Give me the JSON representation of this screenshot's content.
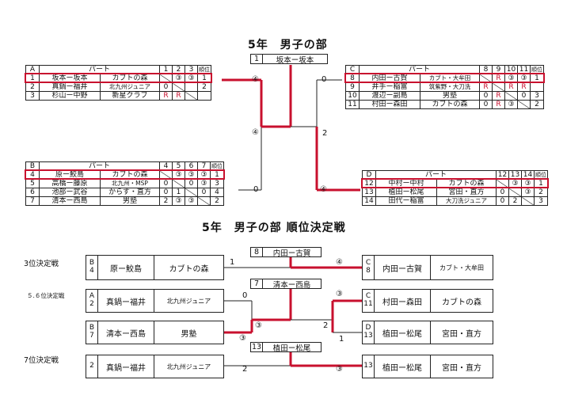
{
  "title_main": "5年　男子の部",
  "title_rank": "5年　男子の部 順位決定戦",
  "final": {
    "num": "1",
    "name": "坂本ー坂本"
  },
  "groups": {
    "A": {
      "label": "A",
      "part": "パート",
      "cols": [
        "1",
        "2",
        "3"
      ],
      "rank": "順位",
      "rows": [
        {
          "no": "1",
          "name": "坂本ー坂本",
          "team": "カブトの森",
          "r": [
            "",
            "③",
            "③"
          ],
          "rank": "1"
        },
        {
          "no": "2",
          "name": "真鍋ー福井",
          "team": "北九州ジュニア",
          "r": [
            "0",
            "",
            ""
          ],
          "rank": "2"
        },
        {
          "no": "3",
          "name": "杉山ー中野",
          "team": "新星クラブ",
          "r": [
            "R",
            "R",
            ""
          ],
          "rank": ""
        }
      ]
    },
    "B": {
      "label": "B",
      "part": "パート",
      "cols": [
        "4",
        "5",
        "6",
        "7"
      ],
      "rank": "順位",
      "rows": [
        {
          "no": "4",
          "name": "原ー鮫島",
          "team": "カブトの森",
          "r": [
            "",
            "③",
            "③",
            "③"
          ],
          "rank": "1"
        },
        {
          "no": "5",
          "name": "高橋ー藤原",
          "team": "北九州・MSP",
          "r": [
            "0",
            "",
            "0",
            "③"
          ],
          "rank": "3"
        },
        {
          "no": "6",
          "name": "池部ー武谷",
          "team": "からす・直方",
          "r": [
            "0",
            "1",
            "",
            "0"
          ],
          "rank": "4"
        },
        {
          "no": "7",
          "name": "清本ー西島",
          "team": "男塾",
          "r": [
            "2",
            "③",
            "③",
            ""
          ],
          "rank": "2"
        }
      ]
    },
    "C": {
      "label": "C",
      "part": "パート",
      "cols": [
        "8",
        "9",
        "10",
        "11"
      ],
      "rank": "順位",
      "rows": [
        {
          "no": "8",
          "name": "内田ー古賀",
          "team": "カブト・大牟田",
          "r": [
            "",
            "R",
            "③",
            "③"
          ],
          "rank": "1"
        },
        {
          "no": "9",
          "name": "井手ー稲富",
          "team": "筑紫野・大刀洗",
          "r": [
            "R",
            "",
            "R",
            "R"
          ],
          "rank": ""
        },
        {
          "no": "10",
          "name": "渡辺ー副島",
          "team": "男塾",
          "r": [
            "0",
            "R",
            "",
            "0"
          ],
          "rank": "3"
        },
        {
          "no": "11",
          "name": "村田ー森田",
          "team": "カブトの森",
          "r": [
            "0",
            "R",
            "③",
            ""
          ],
          "rank": "2"
        }
      ]
    },
    "D": {
      "label": "D",
      "part": "パート",
      "cols": [
        "12",
        "13",
        "14"
      ],
      "rank": "順位",
      "rows": [
        {
          "no": "12",
          "name": "中村ー中村",
          "team": "カブトの森",
          "r": [
            "",
            "③",
            "③"
          ],
          "rank": "1"
        },
        {
          "no": "13",
          "name": "植田ー松尾",
          "team": "宮田・直方",
          "r": [
            "0",
            "",
            "③"
          ],
          "rank": "2"
        },
        {
          "no": "14",
          "name": "田代ー稲富",
          "team": "大刀洗ジュニア",
          "r": [
            "0",
            "2",
            ""
          ],
          "rank": "3"
        }
      ]
    }
  },
  "main_scores": {
    "a_sf": "④",
    "b_sf": "0",
    "ab_win": "④",
    "c_sf": "0",
    "d_sf": "④",
    "cd_lose": "2"
  },
  "rank": {
    "third": {
      "label": "3位決定戦",
      "left": {
        "seed1": "B",
        "seed2": "4",
        "name": "原ー鮫島",
        "team": "カブトの森"
      },
      "right": {
        "seed1": "C",
        "seed2": "8",
        "name": "内田ー古賀",
        "team": "カブト・大牟田"
      },
      "winner": {
        "num": "8",
        "name": "内田ー古賀"
      },
      "score_l": "1",
      "score_r": "④"
    },
    "fifth": {
      "label": "５.６位決定戦",
      "a2": {
        "seed1": "A",
        "seed2": "2",
        "name": "真鍋ー福井",
        "team": "北九州ジュニア"
      },
      "b7": {
        "seed1": "B",
        "seed2": "7",
        "name": "清本ー西島",
        "team": "男塾"
      },
      "c11": {
        "seed1": "C",
        "seed2": "11",
        "name": "村田ー森田",
        "team": "カブトの森"
      },
      "d13": {
        "seed1": "D",
        "seed2": "13",
        "name": "植田ー松尾",
        "team": "宮田・直方"
      },
      "winner": {
        "num": "7",
        "name": "清本ー西島"
      },
      "s_a2": "0",
      "s_b7": "③",
      "s_lw": "③",
      "s_c11": "③",
      "s_d13": "1",
      "s_rl": "2"
    },
    "seventh": {
      "label": "7位決定戦",
      "left": {
        "seed2": "2",
        "name": "真鍋ー福井",
        "team": "北九州ジュニア"
      },
      "right": {
        "seed2": "13",
        "name": "植田ー松尾",
        "team": "宮田・直方"
      },
      "winner": {
        "num": "13",
        "name": "植田ー松尾"
      },
      "score_l": "2",
      "score_r": "③"
    }
  }
}
